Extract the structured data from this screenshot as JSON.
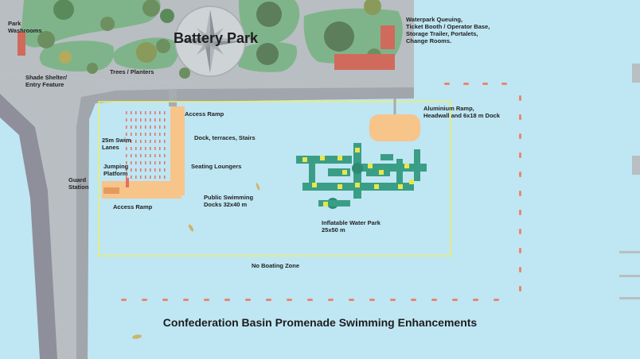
{
  "title": "Confederation Basin Promenade Swimming Enhancements",
  "park_name": "Battery Park",
  "labels": {
    "park_washrooms": "Park\nWashrooms",
    "shade_shelter": "Shade Shelter/\nEntry Feature",
    "trees": "Trees / Planters",
    "waterpark_queuing": "Waterpark Queuing,\nTicket Booth / Operator Base,\nStorage Trailer, Portalets,\nChange Rooms.",
    "access_ramp_top": "Access Ramp",
    "access_ramp_bottom": "Access Ramp",
    "aluminium_ramp": "Aluminium Ramp,\nHeadwall and 6x18 m Dock",
    "dock_terraces": "Dock, terraces, Stairs",
    "swim_lanes": "25m Swim\nLanes",
    "jumping_platform": "Jumping\nPlatform",
    "seating_loungers": "Seating Loungers",
    "guard_station": "Guard\nStation",
    "public_docks": "Public Swimming\nDocks 32x40 m",
    "inflatable_park": "Inflatable Water Park\n25x50 m",
    "no_boating": "No Boating Zone"
  },
  "colors": {
    "water": "#bfe6f3",
    "promenade": "#b9bec2",
    "rock_edge": "#8e8f9a",
    "grass": "#7fb48a",
    "dock": "#f7c48a",
    "inflatable": "#3a9e86",
    "inflatable_yellow": "#e9e64a",
    "swim_boundary": "#eeee66",
    "buoy": "#e9866c",
    "building_red": "#d06a5d"
  }
}
